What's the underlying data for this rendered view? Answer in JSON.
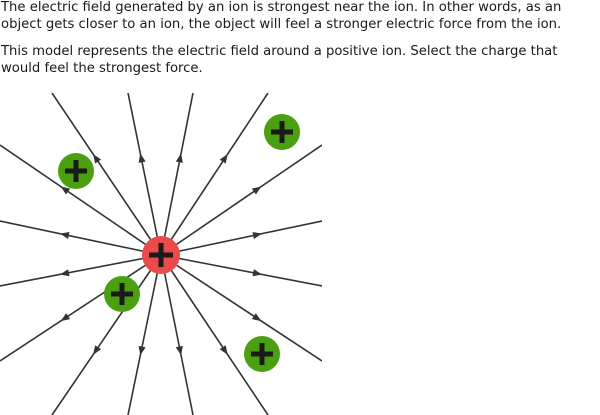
{
  "question": {
    "paragraph_1": "The electric field generated by an ion is strongest near the ion. In other words, as an object gets closer to an ion, the object will feel a stronger electric force from the ion.",
    "paragraph_2": "This model represents the electric field around a positive ion. Select the charge that would feel the strongest force."
  },
  "diagram": {
    "ion": {
      "sign": "+",
      "color": "#ea4a4a",
      "symbol_color": "#1a1a1a"
    },
    "charge_options": [
      {
        "id": "A",
        "sign": "+",
        "color": "#4aa010"
      },
      {
        "id": "B",
        "sign": "+",
        "color": "#4aa010"
      },
      {
        "id": "C",
        "sign": "+",
        "color": "#4aa010"
      },
      {
        "id": "D",
        "sign": "+",
        "color": "#4aa010"
      }
    ],
    "field_line_color": "#333333"
  }
}
